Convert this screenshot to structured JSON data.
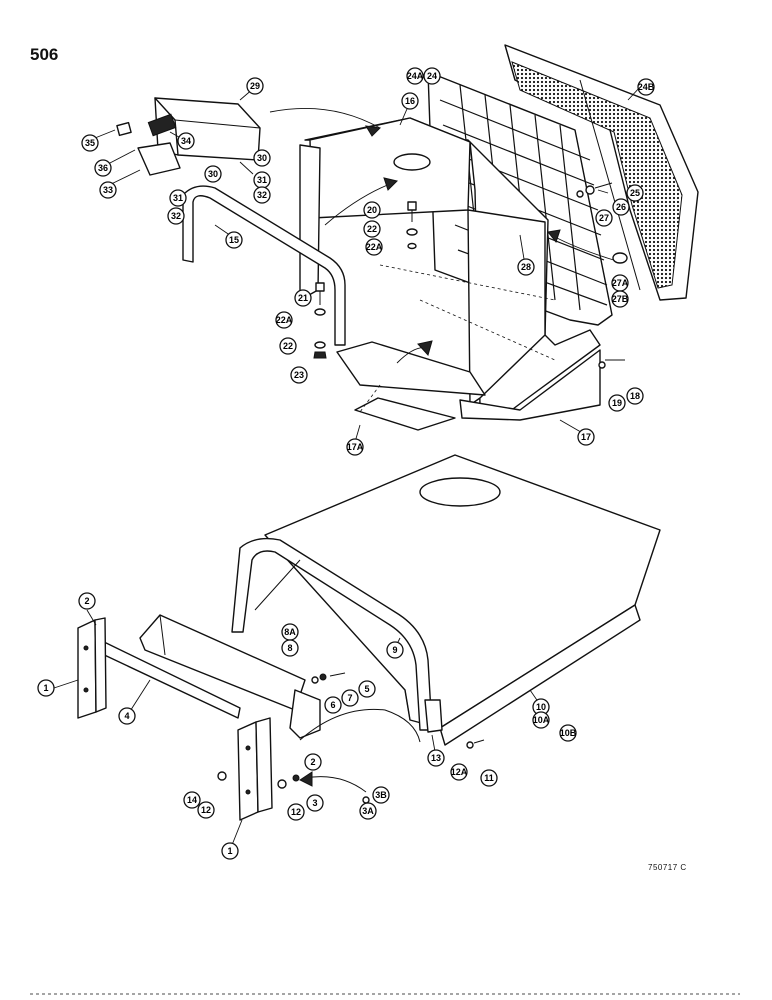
{
  "page": {
    "number": "506",
    "ref_code": "750717 C"
  },
  "callouts": {
    "c1a": "1",
    "c1b": "1",
    "c2a": "2",
    "c2b": "2",
    "c3": "3",
    "c3a": "3A",
    "c3b": "3B",
    "c4": "4",
    "c5": "5",
    "c6": "6",
    "c7": "7",
    "c8": "8",
    "c8a": "8A",
    "c9": "9",
    "c10": "10",
    "c10a": "10A",
    "c10b": "10B",
    "c11": "11",
    "c12a": "12",
    "c12b": "12",
    "c12c": "12A",
    "c13": "13",
    "c14": "14",
    "c15": "15",
    "c16": "16",
    "c17": "17",
    "c17a": "17A",
    "c18": "18",
    "c19": "19",
    "c20": "20",
    "c21": "21",
    "c22a": "22",
    "c22b": "22",
    "c22c": "22A",
    "c22d": "22A",
    "c23": "23",
    "c24": "24",
    "c24a": "24A",
    "c24b": "24B",
    "c25": "25",
    "c26": "26",
    "c27": "27",
    "c27a": "27A",
    "c27b": "27B",
    "c28": "28",
    "c29": "29",
    "c30a": "30",
    "c30b": "30",
    "c31a": "31",
    "c31b": "31",
    "c32a": "32",
    "c32b": "32",
    "c33": "33",
    "c34": "34",
    "c35": "35",
    "c36": "36"
  }
}
